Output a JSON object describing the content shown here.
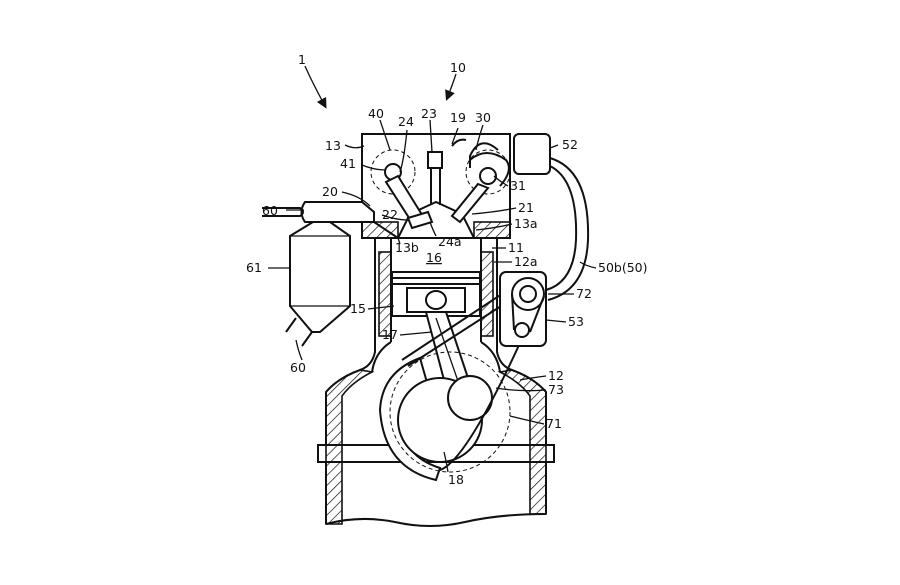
{
  "figure": {
    "labels": {
      "engine": "1",
      "head_assembly": "10",
      "cylinder_head": "13",
      "valve_ex": "40",
      "injector": "24",
      "spark_plug": "23",
      "head_gasket": "19",
      "valve_in": "30",
      "pump": "52",
      "exhaust_cam": "41",
      "intake_cam": "31",
      "exhaust_port": "20",
      "intake_port": "21",
      "pipe_upper": "60",
      "exhaust_valve": "22",
      "head_face": "13a",
      "cavity": "24a",
      "head_face_b": "13b",
      "cylinder": "11",
      "chamber": "16",
      "cyl_wall": "12a",
      "hose": "50b(50)",
      "catalyst": "61",
      "pulley": "72",
      "piston": "15",
      "tensioner": "53",
      "rod": "17",
      "pipe_lower": "60",
      "block": "12",
      "belt": "73",
      "sprocket": "71",
      "crank": "18"
    }
  }
}
